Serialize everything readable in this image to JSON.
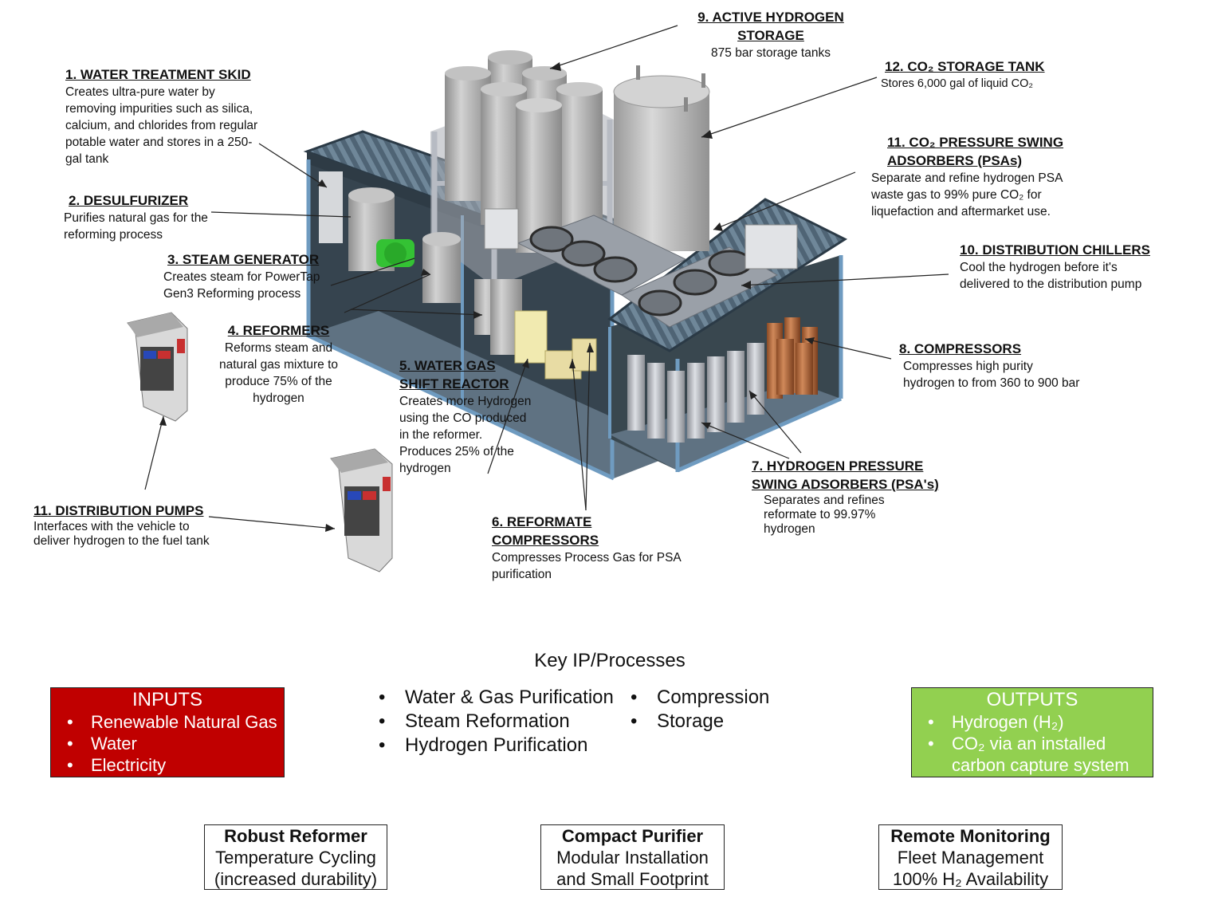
{
  "labels": {
    "water_treatment": {
      "title": "1. WATER TREATMENT  SKID",
      "desc": "Creates ultra-pure water by removing impurities such as silica, calcium, and chlorides from regular potable water and stores in a 250-gal tank"
    },
    "desulfurizer": {
      "title": "2. DESULFURIZER",
      "desc": "Purifies natural gas for the reforming process"
    },
    "steam_generator": {
      "title": "3. STEAM GENERATOR",
      "desc": "Creates steam for PowerTap Gen3 Reforming process"
    },
    "reformers": {
      "title": "4. REFORMERS",
      "desc": "Reforms steam and natural gas mixture to produce 75% of the hydrogen"
    },
    "water_gas_shift": {
      "title": "5. WATER GAS SHIFT REACTOR",
      "desc": "Creates more Hydrogen using the CO produced in the reformer. Produces 25% of the hydrogen"
    },
    "reformate_compressors": {
      "title": "6. REFORMATE COMPRESSORS",
      "desc": "Compresses Process Gas for PSA purification"
    },
    "hydrogen_psa": {
      "title": "7. HYDROGEN PRESSURE SWING  ADSORBERS (PSA's)",
      "desc": "Separates and refines reformate to  99.97% hydrogen"
    },
    "compressors": {
      "title": "8. COMPRESSORS",
      "desc": "Compresses high purity hydrogen to from 360 to 900 bar"
    },
    "active_storage": {
      "title": "9. ACTIVE HYDROGEN STORAGE",
      "desc": "875 bar storage tanks"
    },
    "chillers": {
      "title": "10. DISTRIBUTION CHILLERS",
      "desc": "Cool the hydrogen before it's delivered to the distribution pump"
    },
    "co2_psa": {
      "title": "11. CO₂ PRESSURE SWING ADSORBERS (PSAs)",
      "desc": "Separate and refine hydrogen PSA waste gas to 99% pure CO₂ for liquefaction and aftermarket use."
    },
    "distribution_pumps": {
      "title": "11. DISTRIBUTION PUMPS",
      "desc": "Interfaces with the vehicle to deliver hydrogen to the fuel tank"
    },
    "co2_tank": {
      "title": "12. CO₂ STORAGE TANK",
      "desc": "Stores 6,000 gal of liquid CO₂"
    }
  },
  "key_processes": {
    "title": "Key IP/Processes",
    "col1": [
      "Water & Gas Purification",
      "Steam Reformation",
      "Hydrogen Purification"
    ],
    "col2": [
      "Compression",
      "Storage"
    ]
  },
  "inputs": {
    "title": "INPUTS",
    "items": [
      "Renewable Natural Gas",
      "Water",
      "Electricity"
    ],
    "color": "#c00000"
  },
  "outputs": {
    "title": "OUTPUTS",
    "items": [
      "Hydrogen (H₂)",
      "CO₂ via an installed carbon capture system"
    ],
    "color": "#92d050"
  },
  "features": [
    {
      "title": "Robust Reformer",
      "line1": "Temperature Cycling",
      "line2": "(increased durability)"
    },
    {
      "title": "Compact Purifier",
      "line1": "Modular Installation",
      "line2": "and Small Footprint"
    },
    {
      "title": "Remote Monitoring",
      "line1": "Fleet Management",
      "line2": "100% H₂ Availability"
    }
  ]
}
